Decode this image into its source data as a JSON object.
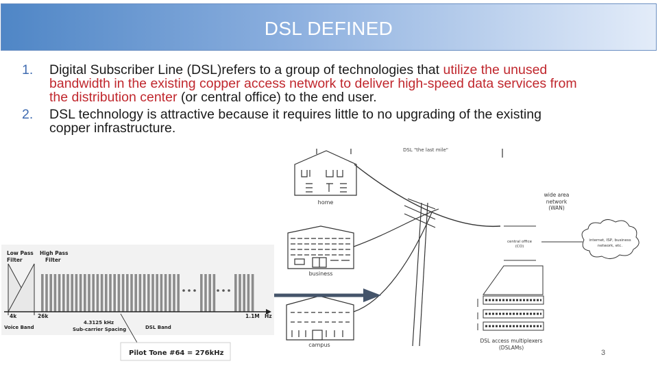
{
  "slide": {
    "title": "DSL DEFINED",
    "page_number": "3"
  },
  "bullets": [
    {
      "number": "1.",
      "text_before": "Digital Subscriber Line (DSL)refers to a group of technologies that ",
      "text_highlight": "utilize the unused bandwidth in the existing copper access network to deliver high-speed data services from the distribution center",
      "text_after": " (or central office) to the end user."
    },
    {
      "number": "2.",
      "text": "DSL technology is attractive because it requires little to no upgrading of the existing copper infrastructure."
    }
  ],
  "network_diagram": {
    "caption": "DSL \"the last mile\"",
    "home_label": "home",
    "business_label": "business",
    "campus_label": "campus",
    "wan_line1": "wide area",
    "wan_line2": "network",
    "wan_line3": "(WAN)",
    "central_office_line1": "central office",
    "central_office_line2": "(CO)",
    "cloud_line1": "internet, ISP, business",
    "cloud_line2": "network, etc.",
    "dslam_line1": "DSL access multiplexers",
    "dslam_line2": "(DSLAMs)"
  },
  "spectrum_diagram": {
    "low_pass_line1": "Low Pass",
    "low_pass_line2": "Filter",
    "high_pass_line1": "High Pass",
    "high_pass_line2": "Filter",
    "tick_4k": "4k",
    "tick_26k": "26k",
    "tick_11m": "1.1M",
    "unit_hz": "Hz",
    "spacing_line1": "4.3125 kHz",
    "spacing_line2": "Sub-carrier Spacing",
    "voice_band": "Voice Band",
    "dsl_band": "DSL Band",
    "pilot_tone": "Pilot Tone #64 = 276kHz"
  },
  "colors": {
    "title_gradient_start": "#4f86c6",
    "title_gradient_end": "#e3ecf9",
    "highlight_red": "#c0272d",
    "bullet_number_blue": "#3f6bb0",
    "arrow_slate": "#44546a"
  }
}
